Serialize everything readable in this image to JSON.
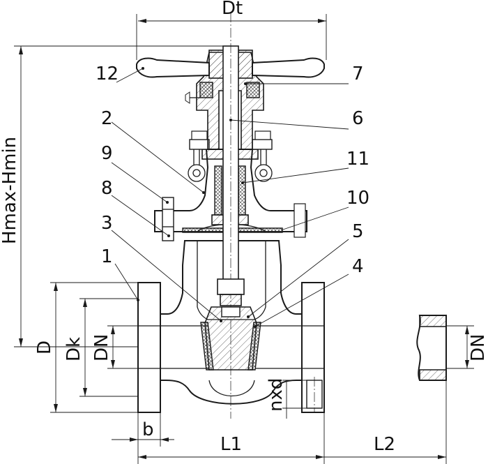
{
  "dimensions": {
    "top_width": "Dt",
    "height_range": "Hmax-Hmin",
    "flange_outer": "D",
    "bolt_circle": "Dk",
    "nominal_left": "DN",
    "nominal_right": "DN",
    "flange_thickness": "b",
    "bolt_holes": "nxd",
    "face_length": "L1",
    "end_length": "L2"
  },
  "callouts": [
    "12",
    "7",
    "2",
    "6",
    "9",
    "11",
    "8",
    "10",
    "3",
    "5",
    "1",
    "4"
  ]
}
